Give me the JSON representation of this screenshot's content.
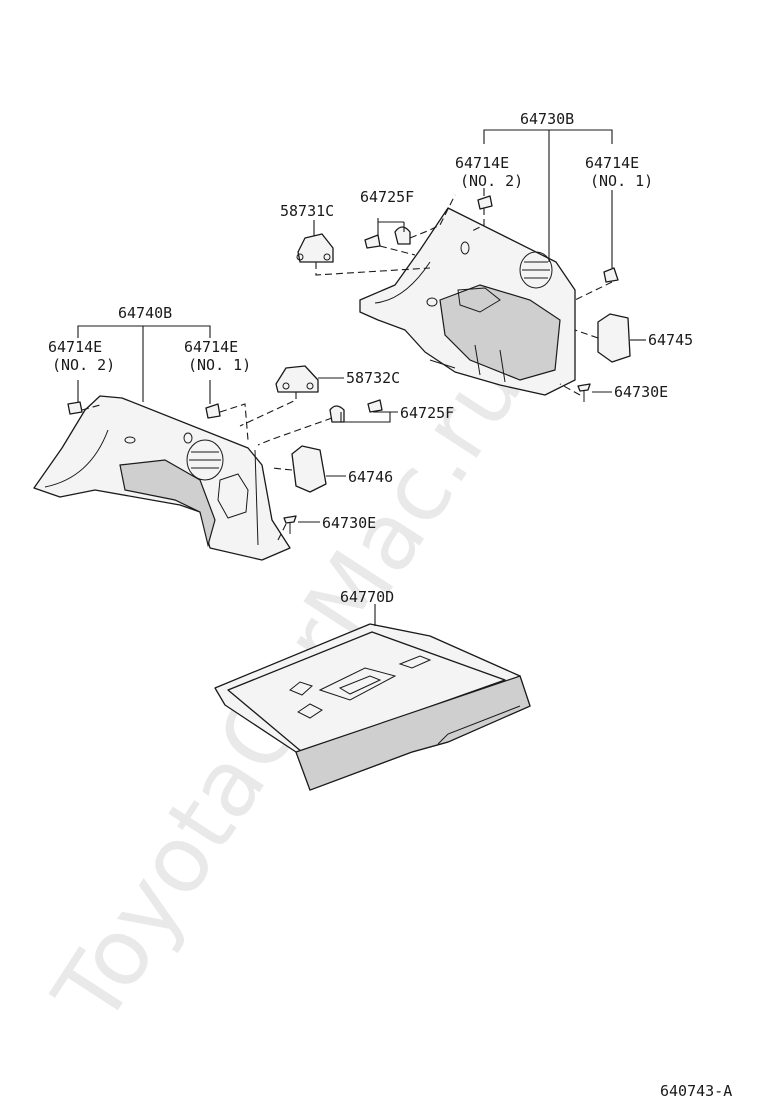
{
  "watermark": "ToyotaCarMac.ru",
  "diagram_code": "640743-A",
  "parts": {
    "p64730B": "64730B",
    "p64714E_r2": "64714E",
    "p64714E_r2_note": "(NO. 2)",
    "p64714E_r1": "64714E",
    "p64714E_r1_note": "(NO. 1)",
    "p58731C": "58731C",
    "p64725F_top": "64725F",
    "p64745": "64745",
    "p64730E_right": "64730E",
    "p64740B": "64740B",
    "p64714E_l2": "64714E",
    "p64714E_l2_note": "(NO. 2)",
    "p64714E_l1": "64714E",
    "p64714E_l1_note": "(NO. 1)",
    "p58732C": "58732C",
    "p64725F_mid": "64725F",
    "p64746": "64746",
    "p64730E_left": "64730E",
    "p64770D": "64770D"
  }
}
